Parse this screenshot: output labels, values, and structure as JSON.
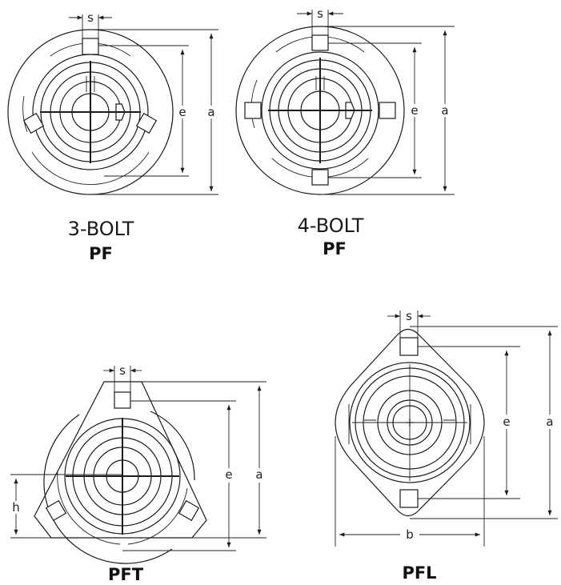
{
  "drawings": {
    "pf3": {
      "sublabel": "3-BOLT",
      "label": "PF",
      "dim_s": "s",
      "dim_e": "e",
      "dim_a": "a"
    },
    "pf4": {
      "sublabel": "4-BOLT",
      "label": "PF",
      "dim_s": "s",
      "dim_e": "e",
      "dim_a": "a"
    },
    "pft": {
      "label": "PFT",
      "dim_s": "s",
      "dim_e": "e",
      "dim_a": "a",
      "dim_h": "h"
    },
    "pfl": {
      "label": "PFL",
      "dim_s": "s",
      "dim_e": "e",
      "dim_a": "a",
      "dim_b": "b"
    }
  },
  "colors": {
    "line": "#1a1a1a",
    "background": "#ffffff"
  }
}
